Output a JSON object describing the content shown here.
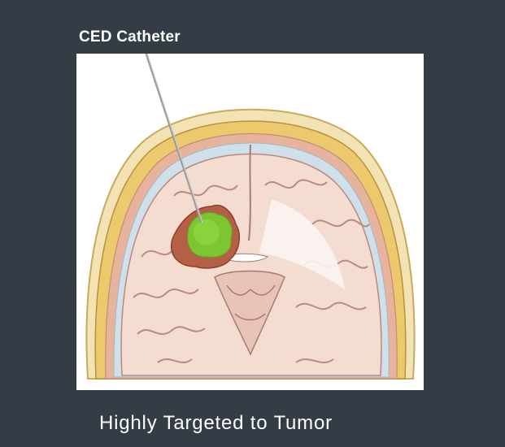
{
  "slide": {
    "label": "CED Catheter",
    "caption": "Highly Targeted to Tumor"
  },
  "illustration": {
    "subject": "coronal brain section with catheter delivering infusion to tumor",
    "colors": {
      "background": "#343d46",
      "infusion": "#7cc631",
      "tumor": "#b5533a",
      "skull": "#e8c978",
      "tissue": "#f2d9cf"
    }
  }
}
